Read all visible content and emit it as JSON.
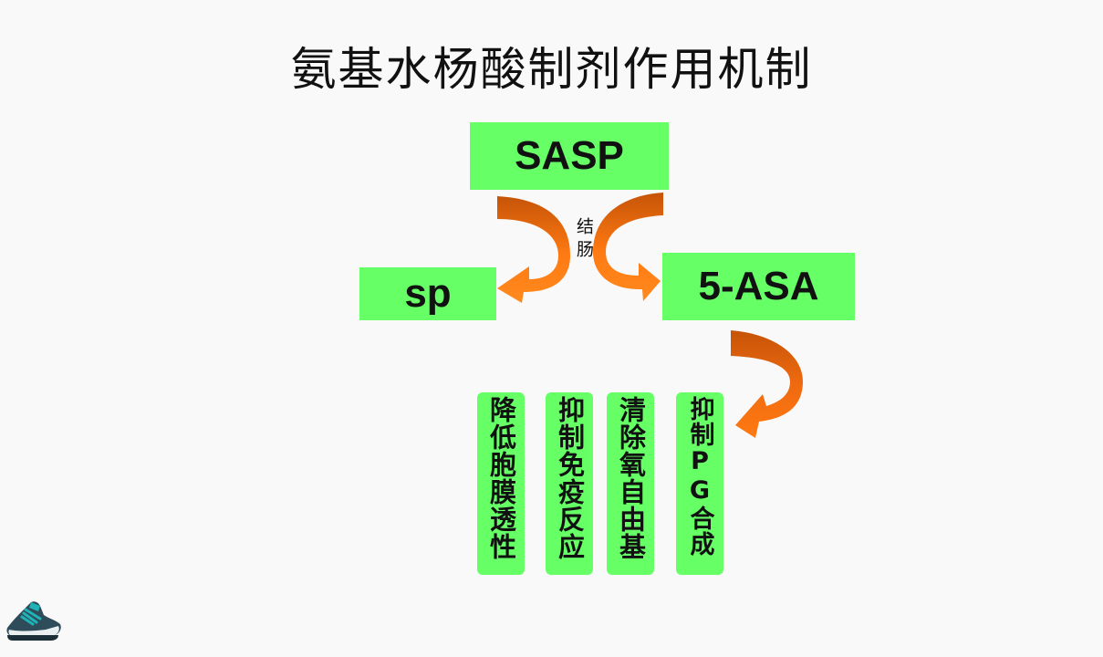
{
  "title": "氨基水杨酸制剂作用机制",
  "nodes": {
    "sasp": "SASP",
    "sp": "sp",
    "five_asa": "5-ASA"
  },
  "split_label": "结肠",
  "effects": [
    "降低胞膜透性",
    "抑制免疫反应",
    "清除氧自由基",
    "抑制PG合成"
  ],
  "colors": {
    "box_fill": "#66ff66",
    "arrow_dark": "#c85a0a",
    "arrow_light": "#ff7a12"
  },
  "icons": [
    "sneaker-icon"
  ]
}
